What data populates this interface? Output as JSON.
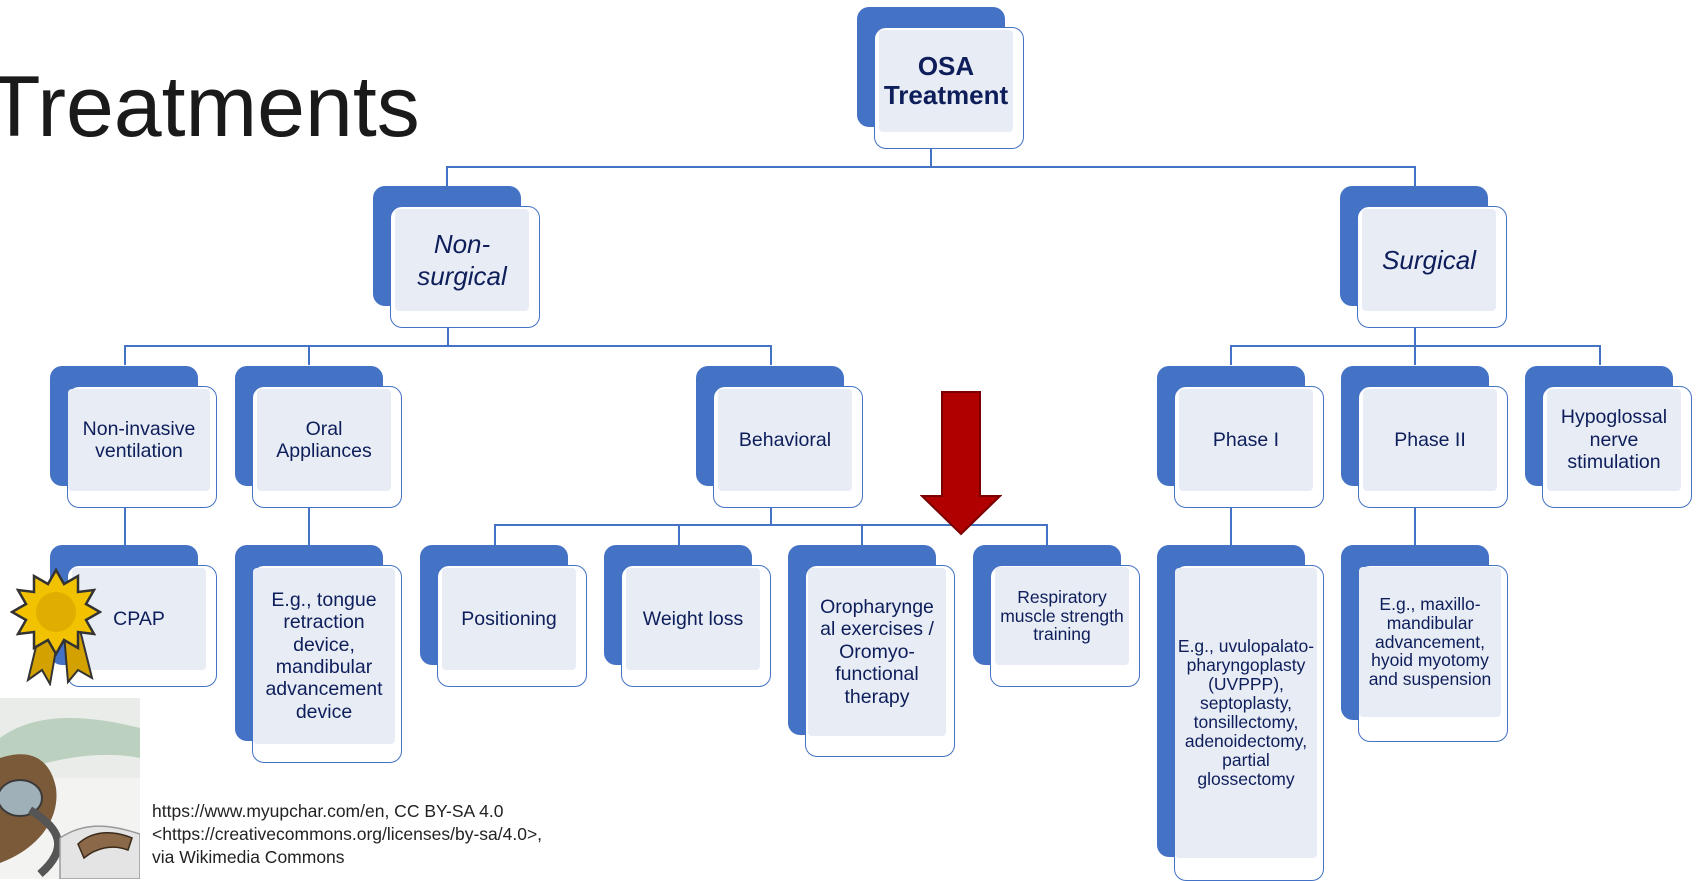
{
  "title": "Treatments",
  "root": "OSA\nTreatment",
  "branches": {
    "non_surgical": "Non-\nsurgical",
    "surgical": "Surgical"
  },
  "non_surgical_items": {
    "niv": "Non-invasive ventilation",
    "oral": "Oral Appliances",
    "behavioral": "Behavioral"
  },
  "surgical_items": {
    "phase1": "Phase I",
    "phase2": "Phase II",
    "hypoglossal": "Hypoglossal nerve stimulation"
  },
  "leaves": {
    "cpap": "CPAP",
    "oral_example": "E.g., tongue retraction device, mandibular advancement device",
    "positioning": "Positioning",
    "weight_loss": "Weight loss",
    "oropharyngeal": "Oropharynge al exercises / Oromyo- functional therapy",
    "respiratory": "Respiratory muscle strength training",
    "phase1_example": "E.g., uvulopalato- pharyngoplasty (UVPPP), septoplasty, tonsillectomy, adenoidectomy, partial glossectomy",
    "phase2_example": "E.g., maxillo- mandibular advancement, hyoid myotomy and suspension"
  },
  "caption": "https://www.myupchar.com/en, CC BY-SA 4.0 <https://creativecommons.org/licenses/by-sa/4.0>, via Wikimedia Commons",
  "colors": {
    "accent": "#4472c4",
    "text": "#0d1e5a",
    "fill": "#e8ecf5",
    "arrow": "#b00000",
    "badge": "#f2c200"
  }
}
